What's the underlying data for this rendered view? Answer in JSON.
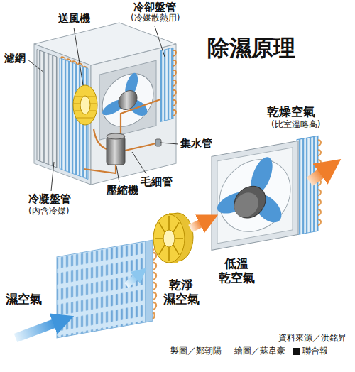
{
  "diagram": {
    "title": "除濕原理",
    "labels": [
      "送風機",
      "冷卻盤管",
      "(冷媒散熱用)",
      "濾網",
      "集水管",
      "毛細管",
      "壓縮機",
      "冷凝盤管",
      "(內含冷媒)",
      "濕空氣",
      "乾淨 濕空氣",
      "低溫 乾空氣",
      "乾燥空氣",
      "(比室溫略高)",
      "資料來源／洪銘昇",
      "製圖／鄭朝陽",
      "繪圖／蘇韋豪",
      "聯合報"
    ]
  }
}
